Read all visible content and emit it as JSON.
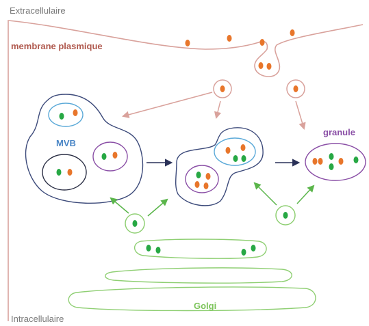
{
  "labels": {
    "extracellular": "Extracellulaire",
    "membrane": "membrane plasmique",
    "mvb": "MVB",
    "granule": "granule",
    "golgi": "Golgi",
    "intracellular": "Intracellulaire"
  },
  "colors": {
    "membrane": "#d9a29c",
    "mvb": "#3c4a7a",
    "granule_outline": "#8a4fa6",
    "ilv_blue": "#5aa9d8",
    "golgi": "#8fcf73",
    "cargo_orange": "#e8762b",
    "cargo_green": "#27a844",
    "arrow_dark": "#2a3158",
    "arrow_pink": "#d9a29c",
    "arrow_green": "#5ab54a"
  }
}
